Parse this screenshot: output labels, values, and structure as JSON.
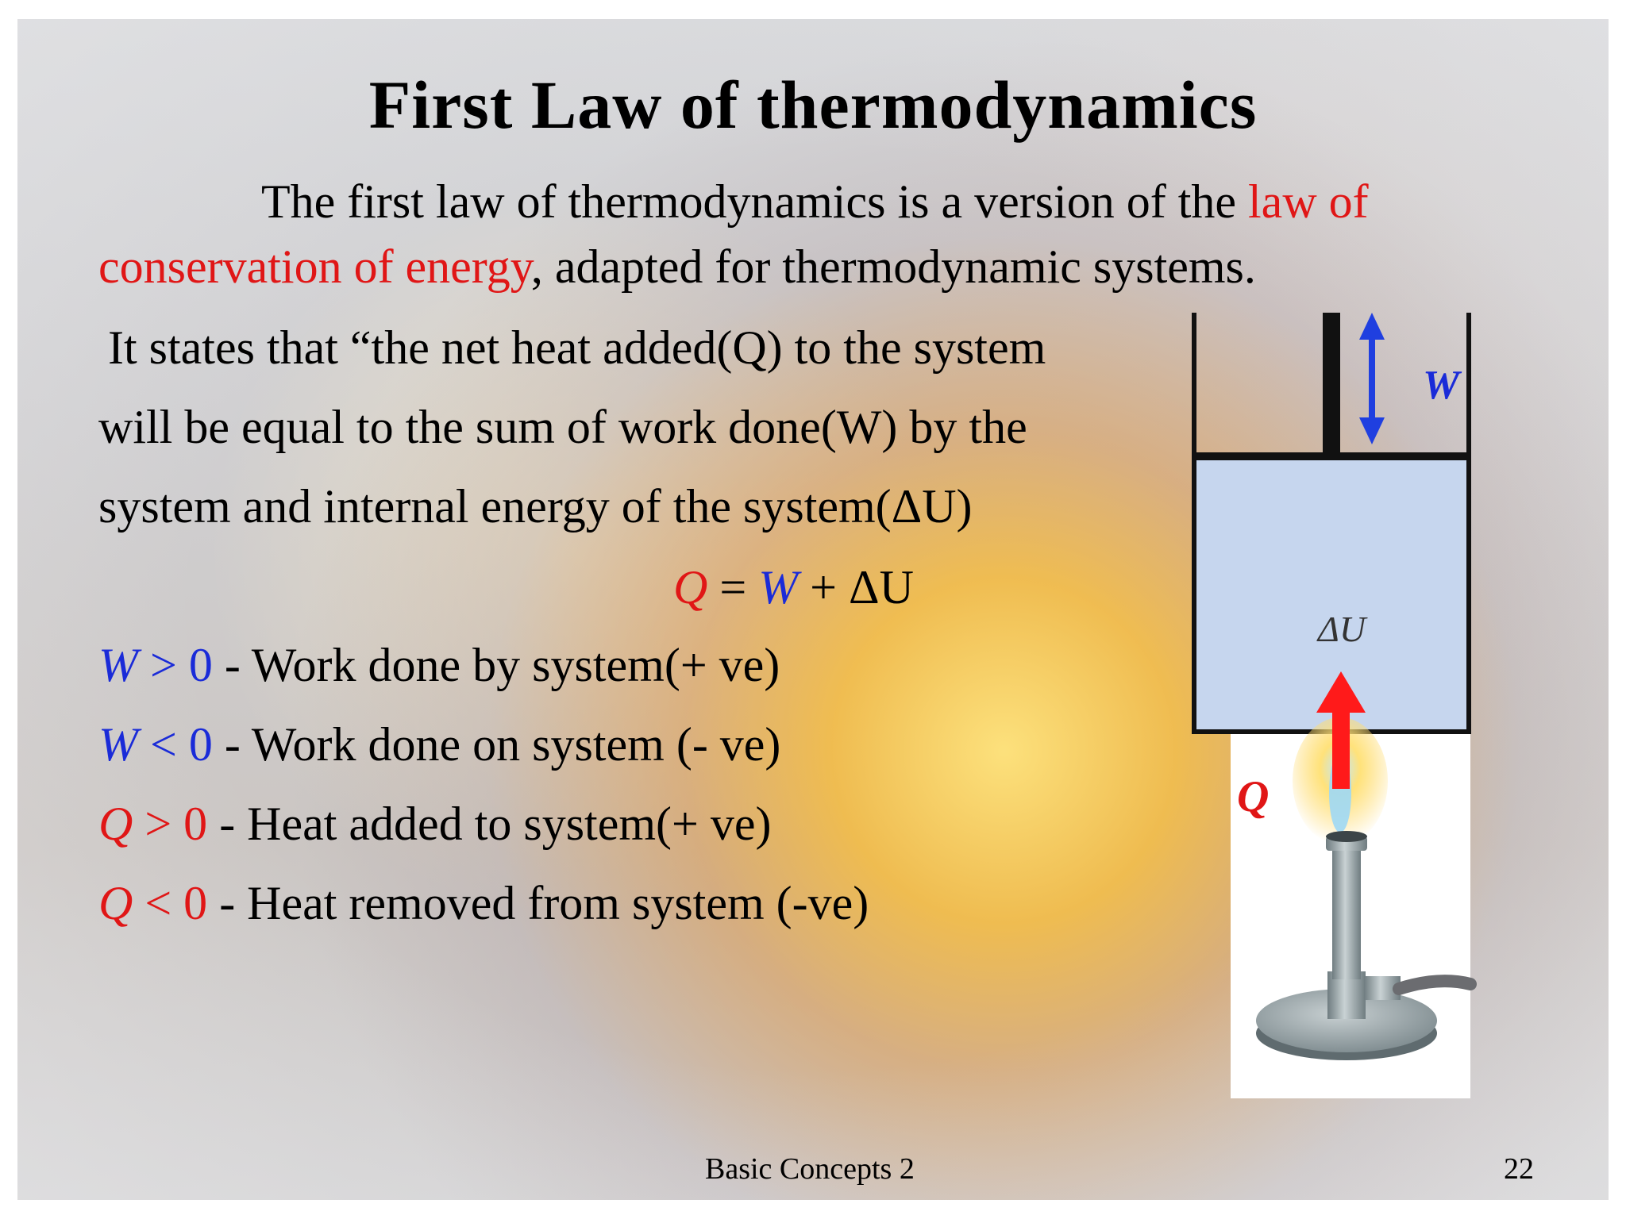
{
  "slide": {
    "title": "First Law of thermodynamics",
    "intro_line1_pre": "The first law of thermodynamics is a version of the ",
    "intro_line1_red": "law of",
    "intro_line2_red": "conservation of energy",
    "intro_line2_post": ", adapted for thermodynamic systems.",
    "statement_line1": "It states that “the net heat added(Q) to the system",
    "statement_line2": "will be equal to the sum of work done(W) by the",
    "statement_line3": "system and internal energy of the system(ΔU)",
    "equation": {
      "q": "Q",
      "eq": " = ",
      "w": "W",
      "plus": " + ΔU"
    },
    "conditions": [
      {
        "var": "W",
        "rel": " > 0",
        "text": " - Work done by system(+ ve)"
      },
      {
        "var": "W",
        "rel": " < 0",
        "text": " - Work done on system (- ve)"
      },
      {
        "var": "Q",
        "rel": " > 0",
        "text": " - Heat added to system(+ ve)"
      },
      {
        "var": "Q",
        "rel": " < 0",
        "text": " - Heat removed from system (-ve)"
      }
    ],
    "footer_center": "Basic Concepts 2",
    "page_number": "22"
  },
  "diagram": {
    "work_label": "W",
    "internal_energy_label": "ΔU",
    "heat_label": "Q",
    "colors": {
      "red": "#e01616",
      "blue": "#1a2bd8",
      "gas": "#c6d6ee",
      "arrow_blue": "#1f3fe0",
      "arrow_red": "#ff1a1a"
    }
  }
}
